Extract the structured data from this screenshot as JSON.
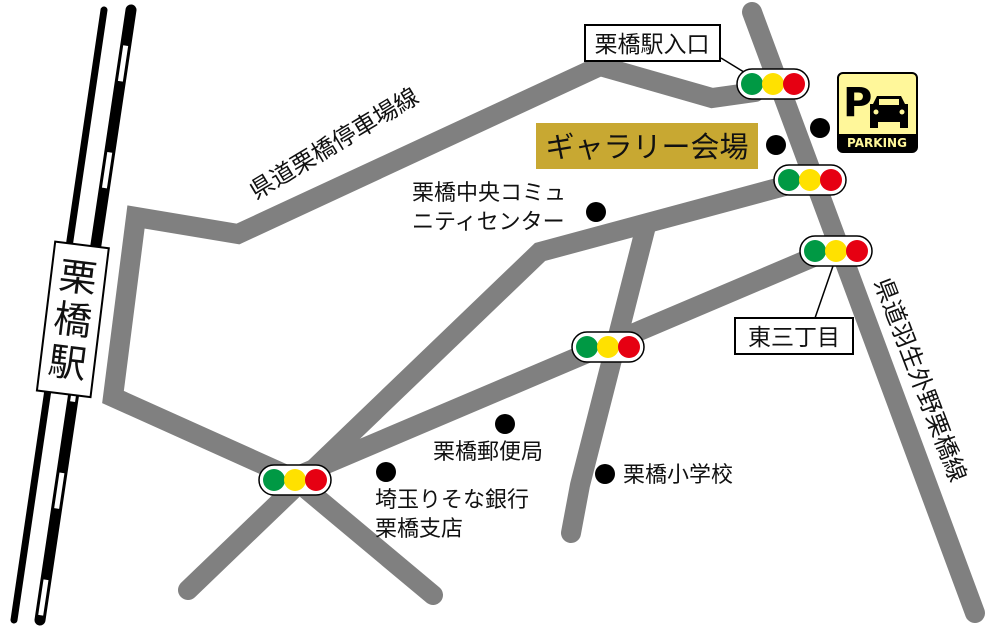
{
  "map": {
    "station": {
      "label_chars": [
        "栗",
        "橋",
        "駅"
      ]
    },
    "roads": {
      "prefectural_parking_line": "県道栗橋停車場線",
      "prefectural_hanyu_line": "県道羽生外野栗橋線"
    },
    "venue": {
      "label": "ギャラリー会場",
      "highlight_color": "#C8A832"
    },
    "parking": {
      "symbol": "P",
      "label": "PARKING",
      "bg_color": "#FFF79A",
      "icon": "car-icon"
    },
    "intersections": [
      {
        "label": "栗橋駅入口"
      },
      {
        "label": "東三丁目"
      }
    ],
    "landmarks": {
      "community_center": {
        "line1": "栗橋中央コミュ",
        "line2": "ニティセンター"
      },
      "post_office": {
        "label": "栗橋郵便局"
      },
      "bank": {
        "line1": "埼玉りそな銀行",
        "line2": "栗橋支店"
      },
      "school": {
        "label": "栗橋小学校"
      }
    },
    "colors": {
      "road": "#808080",
      "signal_green": "#009944",
      "signal_yellow": "#FFE100",
      "signal_red": "#E60012"
    }
  }
}
